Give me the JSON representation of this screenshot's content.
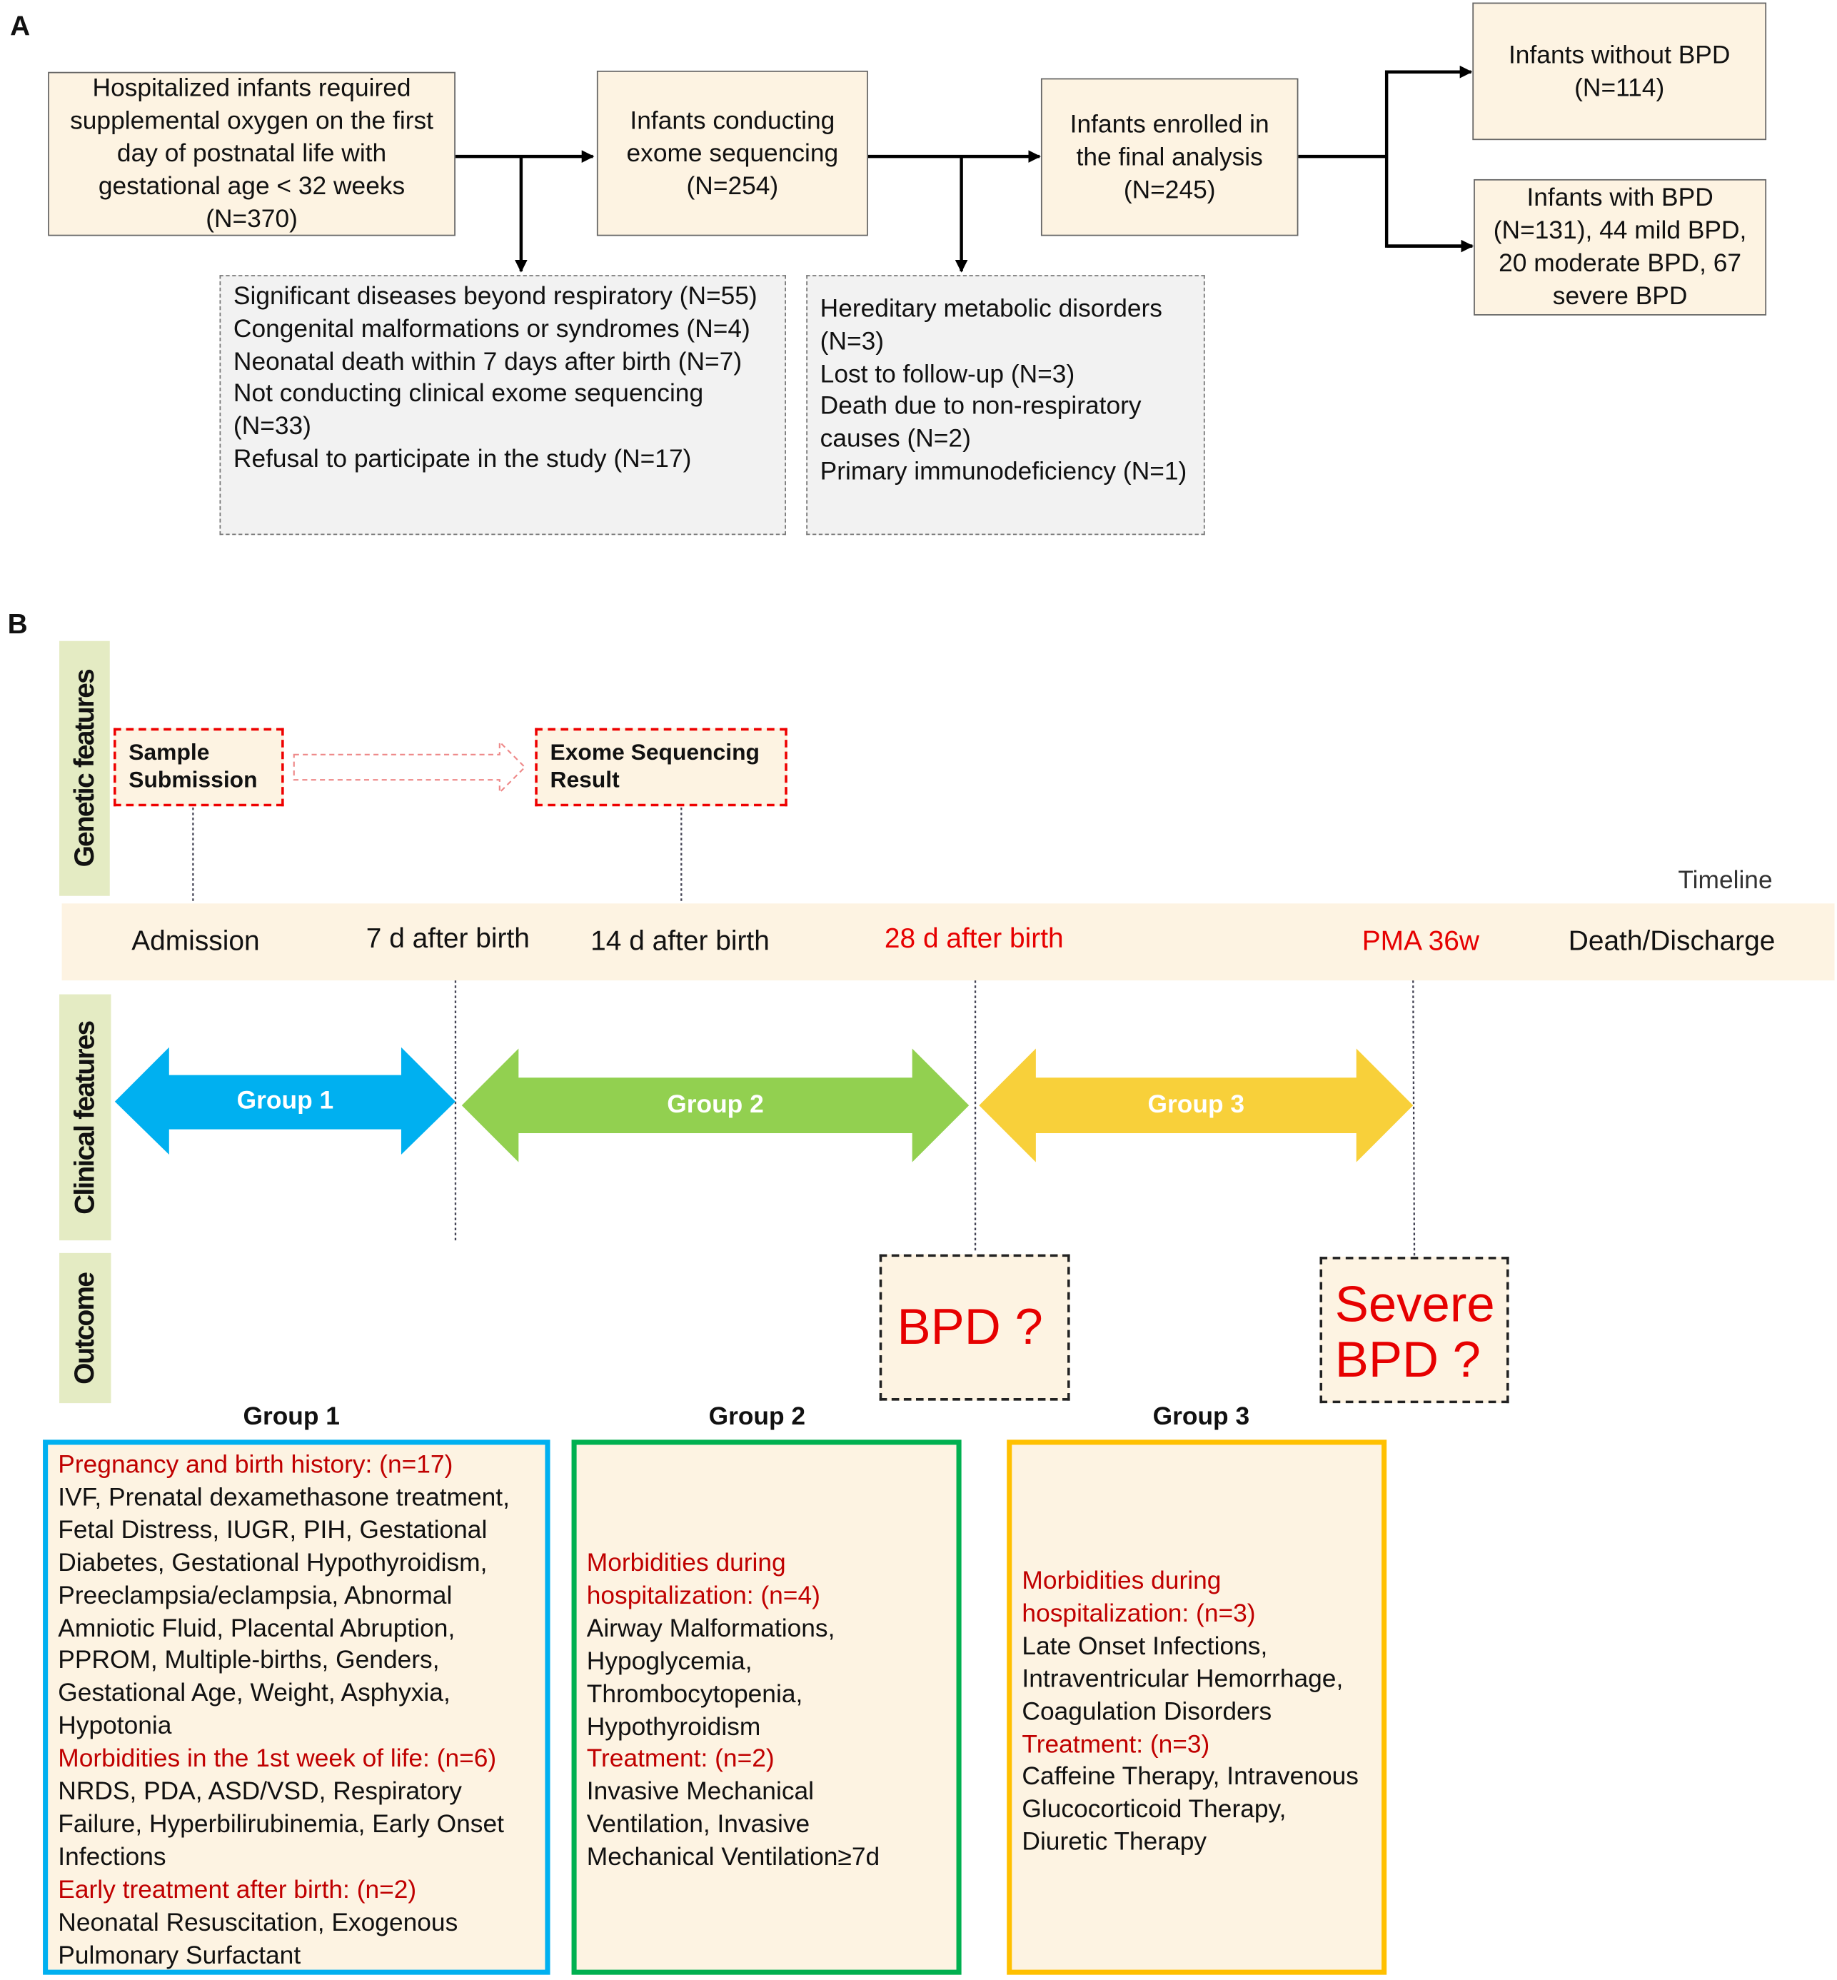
{
  "panel_a": {
    "label": "A",
    "boxes": {
      "hospitalized": "Hospitalized infants required supplemental oxygen on the first day of postnatal life with gestational age < 32 weeks (N=370)",
      "exome": "Infants conducting exome sequencing (N=254)",
      "enrolled": "Infants enrolled in the final analysis (N=245)",
      "without_bpd": "Infants without BPD (N=114)",
      "with_bpd": "Infants with BPD (N=131), 44 mild BPD, 20 moderate BPD, 67 severe BPD"
    },
    "exclusion_1": [
      "Significant diseases beyond respiratory (N=55)",
      "Congenital malformations or syndromes (N=4)",
      "Neonatal death within 7 days after birth (N=7)",
      "Not conducting clinical exome sequencing (N=33)",
      "Refusal to participate in the study (N=17)"
    ],
    "exclusion_2": [
      "Hereditary metabolic disorders (N=3)",
      "Lost to follow-up (N=3)",
      "Death due to non-respiratory causes (N=2)",
      "Primary immunodeficiency (N=1)"
    ]
  },
  "panel_b": {
    "label": "B",
    "side_labels": {
      "genetic": "Genetic features",
      "clinical": "Clinical features",
      "outcome": "Outcome"
    },
    "genetic": {
      "sample": "Sample Submission",
      "result": "Exome Sequencing Result"
    },
    "timeline_title": "Timeline",
    "timeline": [
      "Admission",
      "7 d after birth",
      "14 d after birth",
      "28 d after birth",
      "PMA 36w",
      "Death/Discharge"
    ],
    "groups_arrows": [
      "Group 1",
      "Group 2",
      "Group 3"
    ],
    "outcomes": {
      "bpd": "BPD ?",
      "severe": "Severe BPD ?"
    },
    "colors": {
      "group1": "#00b0f0",
      "group2": "#92d050",
      "group3": "#ffd03a",
      "accent_red": "#e60000"
    },
    "group_boxes": [
      {
        "title": "Group 1",
        "sections": [
          {
            "head": "Pregnancy and birth history:  (n=17)",
            "body": "IVF, Prenatal dexamethasone treatment, Fetal Distress, IUGR, PIH, Gestational Diabetes, Gestational Hypothyroidism, Preeclampsia/eclampsia, Abnormal Amniotic Fluid, Placental Abruption, PPROM, Multiple-births, Genders, Gestational Age, Weight, Asphyxia, Hypotonia"
          },
          {
            "head": "Morbidities in the 1st week of life:  (n=6)",
            "body": "NRDS, PDA, ASD/VSD, Respiratory Failure, Hyperbilirubinemia, Early Onset Infections"
          },
          {
            "head": "Early treatment after birth:  (n=2)",
            "body": "Neonatal Resuscitation, Exogenous Pulmonary Surfactant"
          }
        ]
      },
      {
        "title": "Group 2",
        "sections": [
          {
            "head": "Morbidities during hospitalization: (n=4)",
            "body": "Airway Malformations, Hypoglycemia, Thrombocytopenia, Hypothyroidism"
          },
          {
            "head": "Treatment: (n=2)",
            "body": "Invasive Mechanical Ventilation, Invasive Mechanical Ventilation≥7d"
          }
        ]
      },
      {
        "title": "Group 3",
        "sections": [
          {
            "head": "Morbidities during hospitalization: (n=3)",
            "body": "Late Onset Infections, Intraventricular Hemorrhage, Coagulation Disorders"
          },
          {
            "head": "Treatment: (n=3)",
            "body": "Caffeine Therapy, Intravenous Glucocorticoid Therapy, Diuretic Therapy"
          }
        ]
      }
    ]
  }
}
